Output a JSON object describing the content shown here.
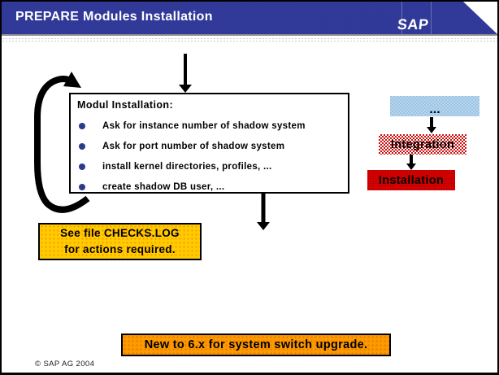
{
  "header": {
    "title": "PREPARE Modules Installation",
    "logo_text": "SAP"
  },
  "module_box": {
    "title": "Modul Installation:",
    "bullets": [
      "Ask for instance number of shadow system",
      "Ask for port number of shadow system",
      "install kernel directories, profiles, ...",
      "create shadow DB user, ..."
    ]
  },
  "cascade": {
    "ellipsis_label": "...",
    "integration_label": "Integration",
    "installation_label": "Installation"
  },
  "checks_note": {
    "line1": "See file CHECKS.LOG",
    "line2": "for actions required."
  },
  "bottom_note": {
    "text": "New to 6.x for system switch upgrade."
  },
  "footer": {
    "copyright": "©  SAP AG 2004"
  },
  "colors": {
    "header_navy": "#2a3292",
    "bullet_navy": "#2c3a8c",
    "light_blue_box": "#9cc4e4",
    "integration_red_checker": "#cc1111",
    "installation_red": "#d90000",
    "note_yellow": "#ffcc00",
    "note_orange": "#ff9900"
  }
}
